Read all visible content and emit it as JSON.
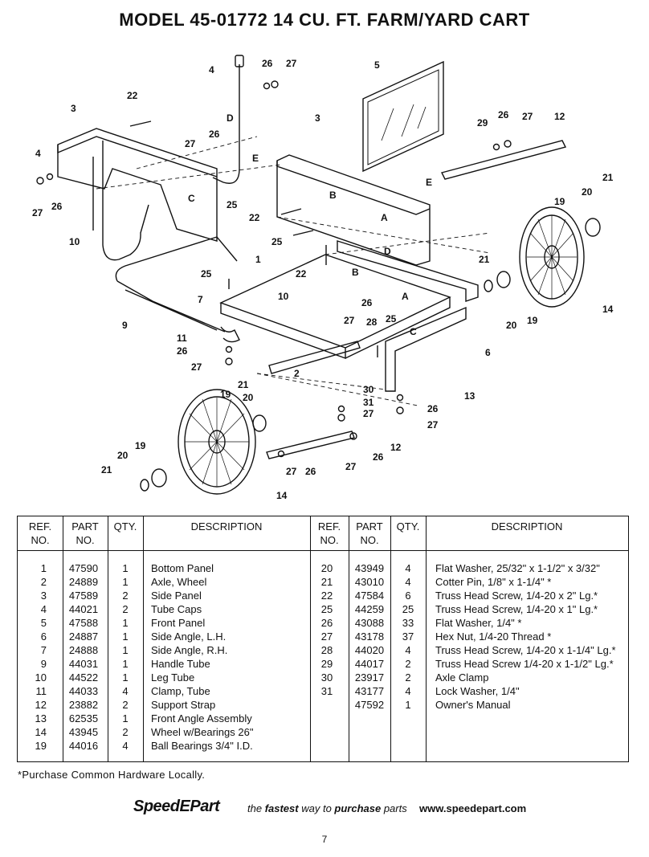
{
  "title": "MODEL 45-01772 14 CU. FT. FARM/YARD CART",
  "diagram": {
    "callouts": [
      "4",
      "26",
      "27",
      "5",
      "3",
      "22",
      "D",
      "3",
      "29",
      "26",
      "27",
      "12",
      "4",
      "27",
      "26",
      "E",
      "E",
      "21",
      "C",
      "B",
      "20",
      "27",
      "26",
      "19",
      "25",
      "22",
      "A",
      "10",
      "25",
      "D",
      "1",
      "22",
      "B",
      "21",
      "25",
      "A",
      "7",
      "10",
      "26",
      "14",
      "9",
      "27",
      "28",
      "25",
      "C",
      "20",
      "19",
      "11",
      "6",
      "26",
      "27",
      "2",
      "21",
      "30",
      "13",
      "19",
      "31",
      "20",
      "26",
      "27",
      "12",
      "27",
      "26",
      "20",
      "19",
      "27",
      "26",
      "21",
      "14"
    ]
  },
  "table": {
    "headers": {
      "ref": "REF.\nNO.",
      "part": "PART\nNO.",
      "qty": "QTY.",
      "desc": "DESCRIPTION"
    },
    "left_rows": [
      {
        "ref": "1",
        "part": "47590",
        "qty": "1",
        "desc": "Bottom Panel"
      },
      {
        "ref": "2",
        "part": "24889",
        "qty": "1",
        "desc": "Axle, Wheel"
      },
      {
        "ref": "3",
        "part": "47589",
        "qty": "2",
        "desc": "Side Panel"
      },
      {
        "ref": "4",
        "part": "44021",
        "qty": "2",
        "desc": "Tube Caps"
      },
      {
        "ref": "5",
        "part": "47588",
        "qty": "1",
        "desc": "Front Panel"
      },
      {
        "ref": "6",
        "part": "24887",
        "qty": "1",
        "desc": "Side Angle, L.H."
      },
      {
        "ref": "7",
        "part": "24888",
        "qty": "1",
        "desc": "Side Angle, R.H."
      },
      {
        "ref": "9",
        "part": "44031",
        "qty": "1",
        "desc": "Handle Tube"
      },
      {
        "ref": "10",
        "part": "44522",
        "qty": "1",
        "desc": "Leg Tube"
      },
      {
        "ref": "11",
        "part": "44033",
        "qty": "4",
        "desc": "Clamp, Tube"
      },
      {
        "ref": "12",
        "part": "23882",
        "qty": "2",
        "desc": "Support Strap"
      },
      {
        "ref": "13",
        "part": "62535",
        "qty": "1",
        "desc": "Front Angle Assembly"
      },
      {
        "ref": "14",
        "part": "43945",
        "qty": "2",
        "desc": "Wheel w/Bearings  26\""
      },
      {
        "ref": "19",
        "part": "44016",
        "qty": "4",
        "desc": "Ball Bearings 3/4\" I.D."
      }
    ],
    "right_rows": [
      {
        "ref": "20",
        "part": "43949",
        "qty": "4",
        "desc": "Flat Washer, 25/32\" x 1-1/2\" x 3/32\""
      },
      {
        "ref": "21",
        "part": "43010",
        "qty": "4",
        "desc": "Cotter Pin, 1/8\" x 1-1/4\" *"
      },
      {
        "ref": "22",
        "part": "47584",
        "qty": "6",
        "desc": "Truss Head Screw, 1/4-20 x 2\" Lg.*"
      },
      {
        "ref": "25",
        "part": "44259",
        "qty": "25",
        "desc": "Truss Head Screw, 1/4-20 x 1\" Lg.*"
      },
      {
        "ref": "26",
        "part": "43088",
        "qty": "33",
        "desc": "Flat Washer, 1/4\" *"
      },
      {
        "ref": "27",
        "part": "43178",
        "qty": "37",
        "desc": "Hex Nut, 1/4-20 Thread *"
      },
      {
        "ref": "28",
        "part": "44020",
        "qty": "4",
        "desc": "Truss Head Screw, 1/4-20 x 1-1/4\" Lg.*"
      },
      {
        "ref": "29",
        "part": "44017",
        "qty": "2",
        "desc": "Truss Head Screw 1/4-20 x 1-1/2\" Lg.*"
      },
      {
        "ref": "30",
        "part": "23917",
        "qty": "2",
        "desc": "Axle Clamp"
      },
      {
        "ref": "31",
        "part": "43177",
        "qty": "4",
        "desc": "Lock Washer, 1/4\""
      },
      {
        "ref": "",
        "part": "47592",
        "qty": "1",
        "desc": "Owner's Manual"
      }
    ]
  },
  "footnote": "*Purchase Common Hardware Locally.",
  "brand": {
    "logo": "SpeedEPart",
    "tagline_pre": "the ",
    "tagline_fastest": "fastest",
    "tagline_mid": " way to ",
    "tagline_purchase": "purchase",
    "tagline_post": " parts",
    "url": "www.speedepart.com"
  },
  "page_number": "7"
}
